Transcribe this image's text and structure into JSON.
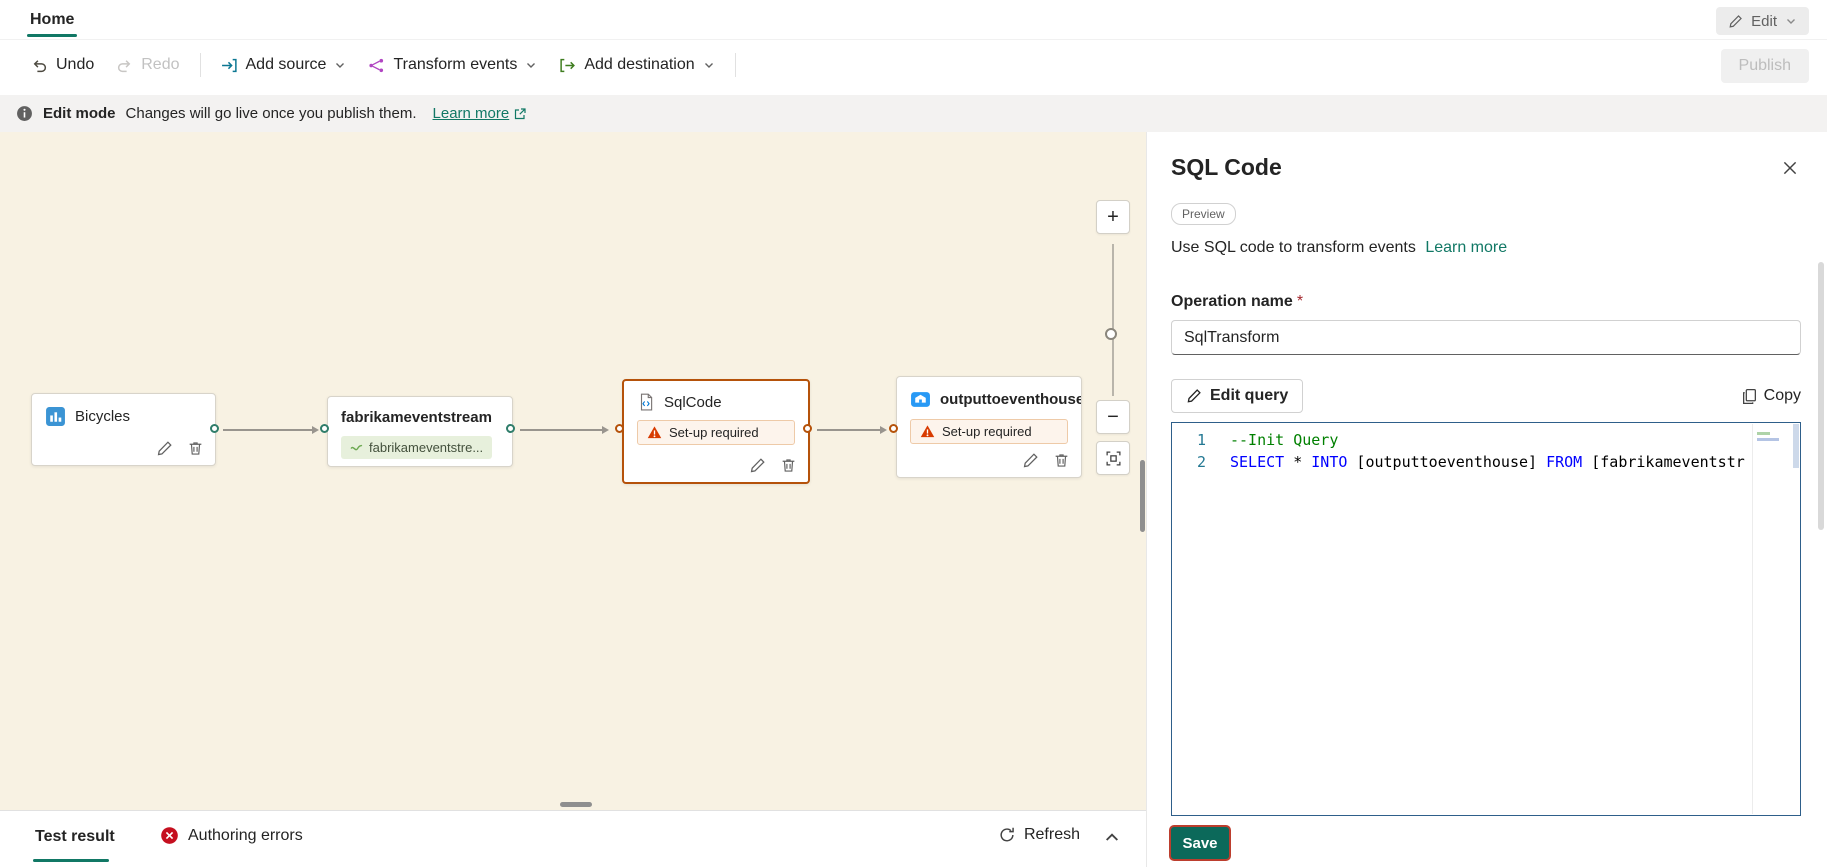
{
  "colors": {
    "accent_teal": "#117865",
    "canvas_background": "#f8f2e3",
    "selected_node_border": "#b5520a",
    "warning_orange": "#d83b01",
    "error_red": "#c50f1f",
    "save_button_background": "#0c695a",
    "save_button_focus_ring": "#bc3e2e",
    "code_keyword_blue": "#0000ff",
    "code_comment_green": "#008000",
    "line_number_teal": "#237893"
  },
  "tab_bar": {
    "home_tab": "Home",
    "edit_button": "Edit"
  },
  "toolbar": {
    "undo": "Undo",
    "redo": "Redo",
    "add_source": "Add source",
    "transform_events": "Transform events",
    "add_destination": "Add destination",
    "publish": "Publish"
  },
  "info_bar": {
    "title": "Edit mode",
    "message": "Changes will go live once you publish them.",
    "learn_more": "Learn more"
  },
  "canvas": {
    "nodes": [
      {
        "label": "Bicycles"
      },
      {
        "label": "fabrikameventstream",
        "stream_item": "fabrikameventstre..."
      },
      {
        "label": "SqlCode",
        "warning": "Set-up required"
      },
      {
        "label": "outputtoeventhouse",
        "warning": "Set-up required"
      }
    ],
    "zoom_in_glyph": "+",
    "zoom_out_glyph": "−"
  },
  "panel": {
    "title": "SQL Code",
    "preview_badge": "Preview",
    "description": "Use SQL code to transform events",
    "learn_more": "Learn more",
    "operation_name_label": "Operation name",
    "required_asterisk": "*",
    "operation_name_value": "SqlTransform",
    "edit_query_button": "Edit query",
    "copy_button": "Copy",
    "save_button": "Save",
    "code": {
      "lines": [
        {
          "num": "1",
          "tokens": [
            [
              "comment",
              "--Init Query"
            ]
          ]
        },
        {
          "num": "2",
          "tokens": [
            [
              "keyword",
              "SELECT"
            ],
            [
              "plain",
              " * "
            ],
            [
              "keyword",
              "INTO"
            ],
            [
              "plain",
              " [outputtoeventhouse] "
            ],
            [
              "keyword",
              "FROM"
            ],
            [
              "plain",
              " [fabrikameventstr"
            ]
          ]
        }
      ]
    }
  },
  "bottom_bar": {
    "test_result_tab": "Test result",
    "authoring_errors_label": "Authoring errors",
    "refresh_button": "Refresh"
  }
}
